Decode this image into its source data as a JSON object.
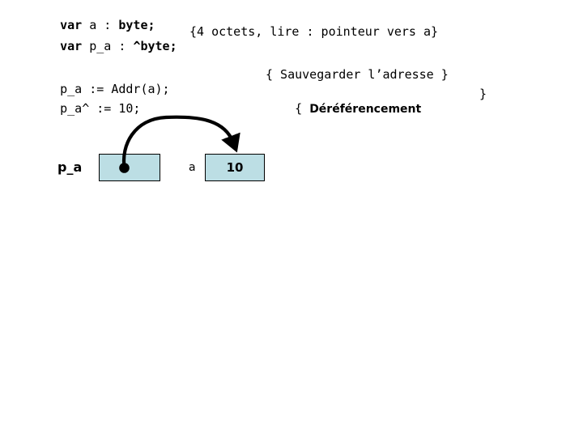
{
  "slide": {
    "background_color": "#ffffff",
    "code": {
      "lines": [
        {
          "id": "var-a",
          "segments": [
            {
              "text": "var",
              "bold": true
            },
            {
              "text": " a : ",
              "bold": false
            },
            {
              "text": "byte;",
              "bold": true
            }
          ],
          "plain_text": "var a : byte;"
        },
        {
          "id": "var-pa",
          "segments": [
            {
              "text": "var",
              "bold": true
            },
            {
              "text": " p_a : ",
              "bold": false
            },
            {
              "text": "^byte;",
              "bold": true
            }
          ],
          "plain_text": "var p_a : ^byte;"
        },
        {
          "id": "assign-pa",
          "segments": [
            {
              "text": "p_a := Addr(a);",
              "bold": false
            }
          ],
          "plain_text": "p_a := Addr(a);"
        },
        {
          "id": "assign-deref",
          "segments": [
            {
              "text": "p_a^ := 10;",
              "bold": false
            }
          ],
          "plain_text": "p_a^ := 10;"
        }
      ]
    },
    "comments": {
      "declaration": "{4 octets, lire : pointeur vers a}",
      "save_address": "{ Sauvegarder l’adresse }",
      "dereference": {
        "brace_open": "{ ",
        "word": "Déréférencement",
        "brace_close": "}"
      }
    },
    "diagram": {
      "box_fill_color": "#bcdee4",
      "box_border_color": "#000000",
      "arrow_color": "#000000",
      "pointer_variable": {
        "label": "p_a",
        "cell_value": "",
        "has_address_dot": true
      },
      "target_variable": {
        "label": "a",
        "cell_value": "10"
      },
      "arrow": {
        "from": "p_a-cell-dot",
        "to": "a-cell-top",
        "style": "curved-arrow"
      }
    }
  }
}
